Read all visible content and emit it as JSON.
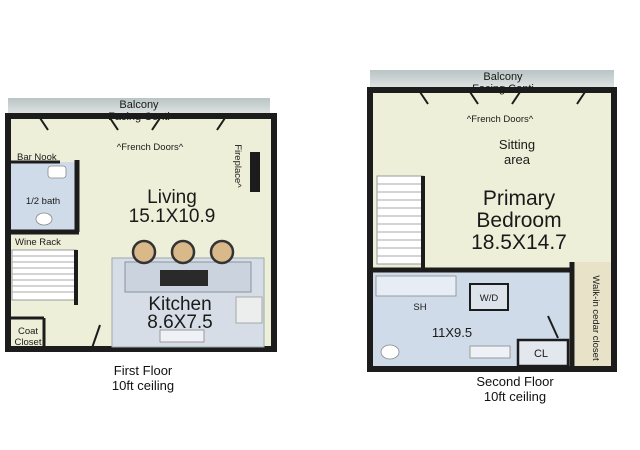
{
  "first_floor": {
    "balcony_line1": "Balcony",
    "balcony_line2": "Facing Conti",
    "french_doors": "^French Doors^",
    "fireplace": "Fireplace^",
    "bar_nook": "Bar Nook",
    "half_bath": "1/2 bath",
    "living_name": "Living",
    "living_dims": "15.1X10.9",
    "wine_rack": "Wine Rack",
    "kitchen_name": "Kitchen",
    "kitchen_dims": "8.6X7.5",
    "coat_line1": "Coat",
    "coat_line2": "Closet",
    "caption_line1": "First Floor",
    "caption_line2": "10ft ceiling"
  },
  "second_floor": {
    "balcony_line1": "Balcony",
    "balcony_line2": "Facing Conti",
    "french_doors": "^French Doors^",
    "sitting_line1": "Sitting",
    "sitting_line2": "area",
    "bedroom_line1": "Primary",
    "bedroom_line2": "Bedroom",
    "bedroom_dims": "18.5X14.7",
    "shower": "SH",
    "wd": "W/D",
    "bath_dims": "11X9.5",
    "closet": "CL",
    "walkin": "Walk-in cedar closet",
    "caption_line1": "Second Floor",
    "caption_line2": "10ft ceiling"
  },
  "colors": {
    "wall": "#1c1c1c",
    "floor": "#eeefd8",
    "bath": "#cfdbe9",
    "balcony": "#cfd6d2"
  }
}
